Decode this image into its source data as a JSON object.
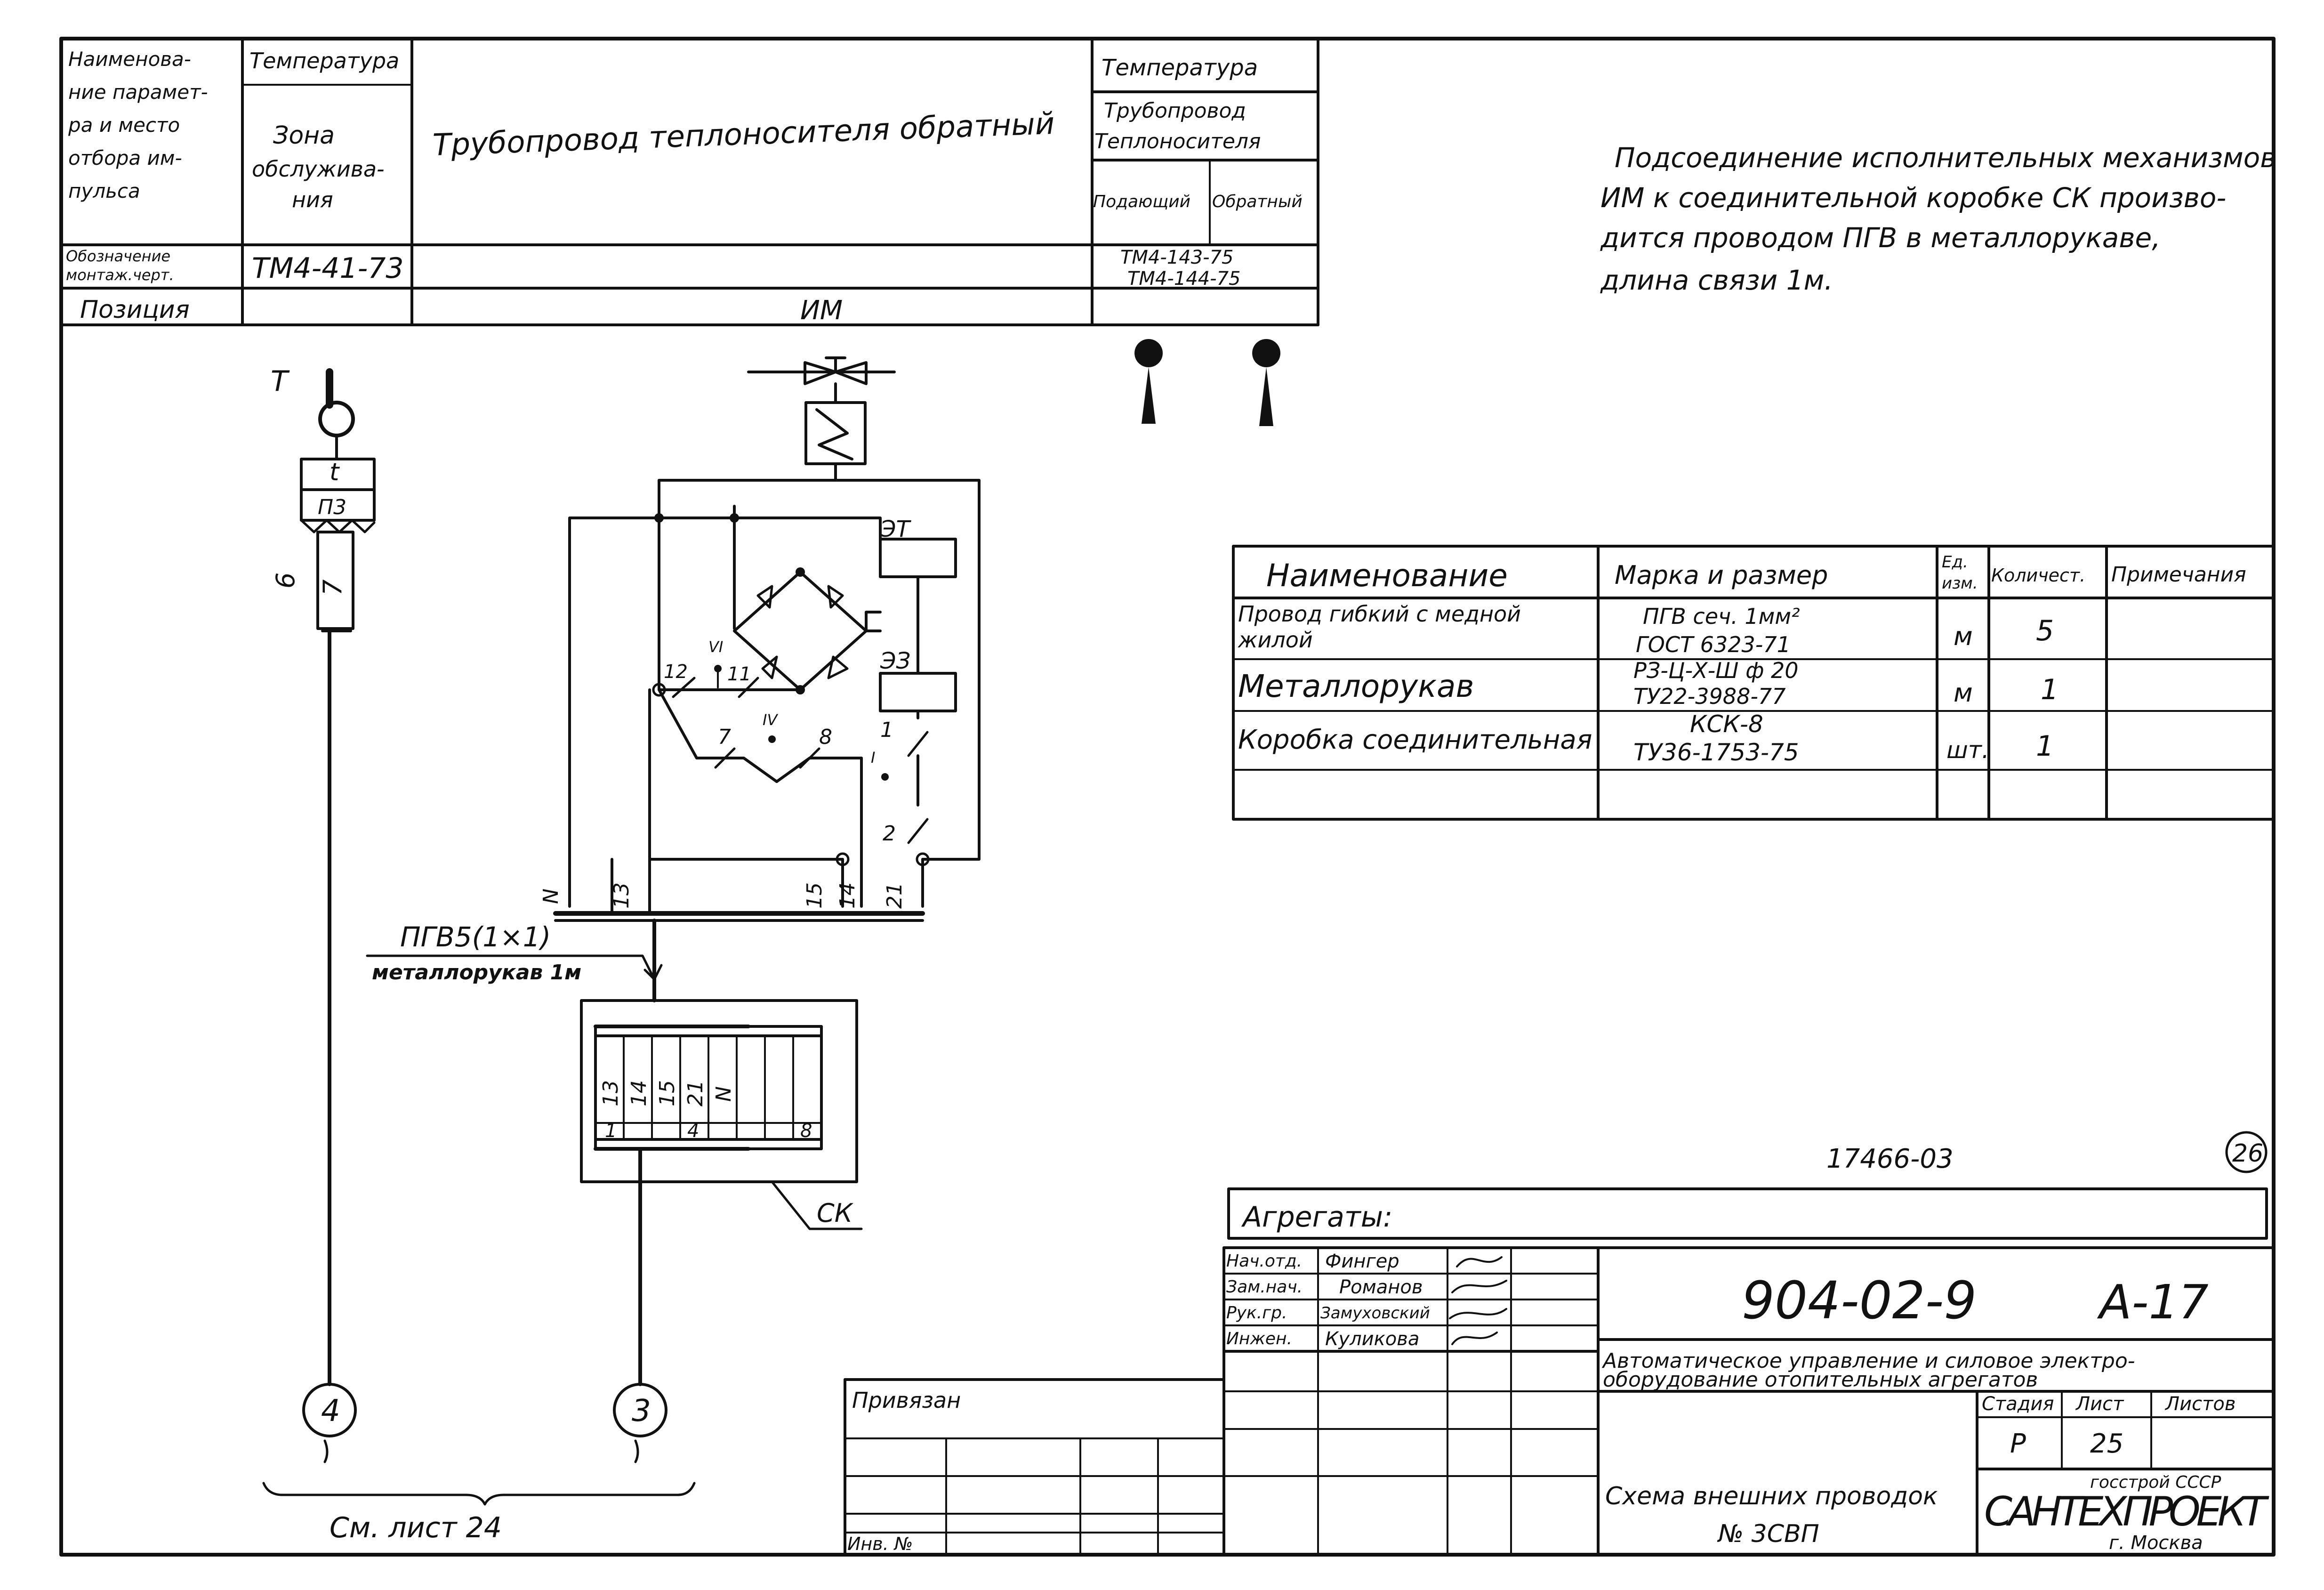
{
  "top_table": {
    "param_header": "Наименова-ние парамет-ра и место отбора им-пульса",
    "param_header_lines": [
      "Наименова-",
      "ние парамет-",
      "ра и место",
      "отбора им-",
      "пульса"
    ],
    "col_temperature": "Температура",
    "zone_lines": [
      "Зона",
      "обслужива-",
      "ния"
    ],
    "pipeline_return": "Трубопровод теплоносителя обратный",
    "temp_header": "Температура",
    "pipeline_header_lines": [
      "Трубопровод",
      "Теплоносителя"
    ],
    "supply": "Подающий",
    "return": "Обратный",
    "designation_lines": [
      "Обозначение",
      "монтаж.черт."
    ],
    "zone_drawing": "ТМ4-41-73",
    "supply_drawing": "ТМ4-143-75",
    "return_drawing": "ТМ4-144-75",
    "position_label": "Позиция",
    "position_value": "ИМ"
  },
  "note_lines": [
    "Подсоединение исполнительных механизмов",
    "ИМ к соединительной коробке СК произво-",
    "дится проводом ПГВ в металлорукаве,",
    "длина связи 1м."
  ],
  "spec_table": {
    "headers": [
      "Наименование",
      "Марка и размер",
      "Ед. изм.",
      "Количест.",
      "Примечания"
    ],
    "rows": [
      {
        "name": "Провод гибкий с медной жилой",
        "name_lines": [
          "Провод гибкий с медной",
          "жилой"
        ],
        "mark": [
          "ПГВ сеч. 1мм²",
          "ГОСТ 6323-71"
        ],
        "unit": "м",
        "qty": "5"
      },
      {
        "name": "Металлорукав",
        "name_lines": [
          "Металлорукав"
        ],
        "mark": [
          "РЗ-Ц-Х-Ш ф 20",
          "ТУ22-3988-77"
        ],
        "unit": "м",
        "qty": "1"
      },
      {
        "name": "Коробка соединительная",
        "name_lines": [
          "Коробка соединительная"
        ],
        "mark": [
          "КСК-8",
          "ТУ36-1753-75"
        ],
        "unit": "шт.",
        "qty": "1"
      }
    ]
  },
  "diagram": {
    "sensor_letter": "Т",
    "sensor_symbol": "t",
    "sensor_box": "П3",
    "cable_6": "6",
    "cable_7": "7",
    "relay_et": "ЭТ",
    "relay_ez": "ЭЗ",
    "terminals": [
      "12",
      "11",
      "7",
      "8",
      "1",
      "2"
    ],
    "roman_vi": "VI",
    "roman_iv": "IV",
    "roman_i": "I",
    "bottom_wires": [
      "N",
      "13",
      "15",
      "14",
      "21"
    ],
    "cable_label": "ПГВ5(1×1)",
    "hose_label": "металлорукав 1м",
    "box_top": [
      "13",
      "14",
      "15",
      "21",
      "N"
    ],
    "box_bottom": [
      "1",
      "4",
      "8"
    ],
    "box_name": "СК",
    "circle_left": "4",
    "circle_right": "3",
    "see_sheet": "См. лист 24"
  },
  "stamp": {
    "project_code": "17466-03",
    "page_circle": "26",
    "aggregates_label": "Агрегаты:",
    "roles": [
      "Нач.отд.",
      "Зам.нач.",
      "Рук.гр.",
      "Инжен."
    ],
    "names": [
      "Фингер",
      "Романов",
      "Замуховский",
      "Куликова"
    ],
    "doc_number": "904-02-9",
    "album": "А-17",
    "title_lines": [
      "Автоматическое управление и силовое электро-",
      "оборудование отопительных агрегатов"
    ],
    "stage_label": "Стадия",
    "sheet_label": "Лист",
    "sheets_label": "Листов",
    "stage": "Р",
    "sheet": "25",
    "scheme_title": "Схема внешних проводок",
    "scheme_no": "№ 3СВП",
    "org_top": "госстрой СССР",
    "org": "САНТЕХПРОЕКТ",
    "city": "г. Москва",
    "linked_label": "Привязан",
    "inv_label": "Инв. №"
  }
}
